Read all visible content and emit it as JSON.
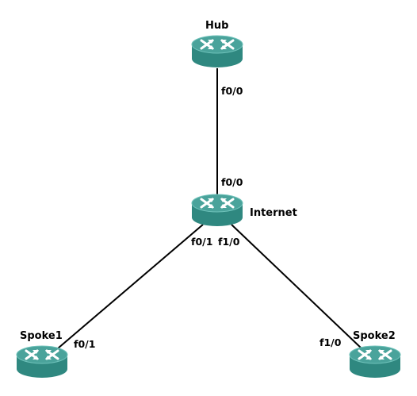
{
  "nodes": {
    "hub": {
      "label": "Hub",
      "icon": "router-icon"
    },
    "internet": {
      "label": "Internet",
      "icon": "router-icon"
    },
    "spoke1": {
      "label": "Spoke1",
      "icon": "router-icon"
    },
    "spoke2": {
      "label": "Spoke2",
      "icon": "router-icon"
    }
  },
  "ports": {
    "hub_f00": "f0/0",
    "internet_f00": "f0/0",
    "internet_f01": "f0/1",
    "internet_f10": "f1/0",
    "spoke1_f01": "f0/1",
    "spoke2_f10": "f1/0"
  },
  "colors": {
    "router_top": "#4aa39b",
    "router_body": "#2f8880",
    "link": "#000000"
  }
}
